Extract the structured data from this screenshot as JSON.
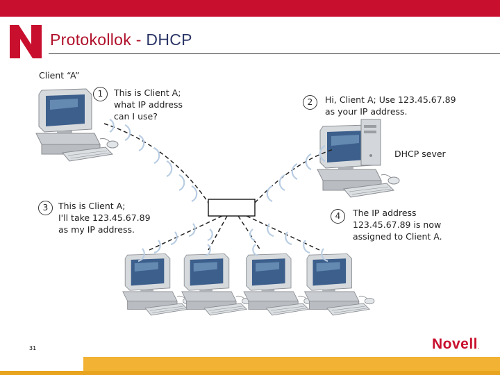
{
  "header": {
    "title_main": "Protokollok",
    "title_sep": " - ",
    "title_sub": "DHCP"
  },
  "diagram": {
    "client_label": "Client “A”",
    "server_label": "DHCP sever",
    "steps": [
      {
        "number": "1",
        "lines": [
          "This is Client A;",
          "what IP address",
          "can I use?"
        ]
      },
      {
        "number": "2",
        "lines": [
          "Hi, Client A; Use 123.45.67.89",
          "as your IP address."
        ]
      },
      {
        "number": "3",
        "lines": [
          "This is Client A;",
          "I'll take 123.45.67.89",
          "as my IP address."
        ]
      },
      {
        "number": "4",
        "lines": [
          "The IP address",
          "123.45.67.89 is now",
          "assigned to Client A."
        ]
      }
    ]
  },
  "footer": {
    "page_number": "31",
    "brand": "Novell",
    "brand_suffix": "."
  },
  "colors": {
    "brand_red": "#c8102e",
    "footer_gold": "#f2b233",
    "title_blue": "#2a3566"
  }
}
